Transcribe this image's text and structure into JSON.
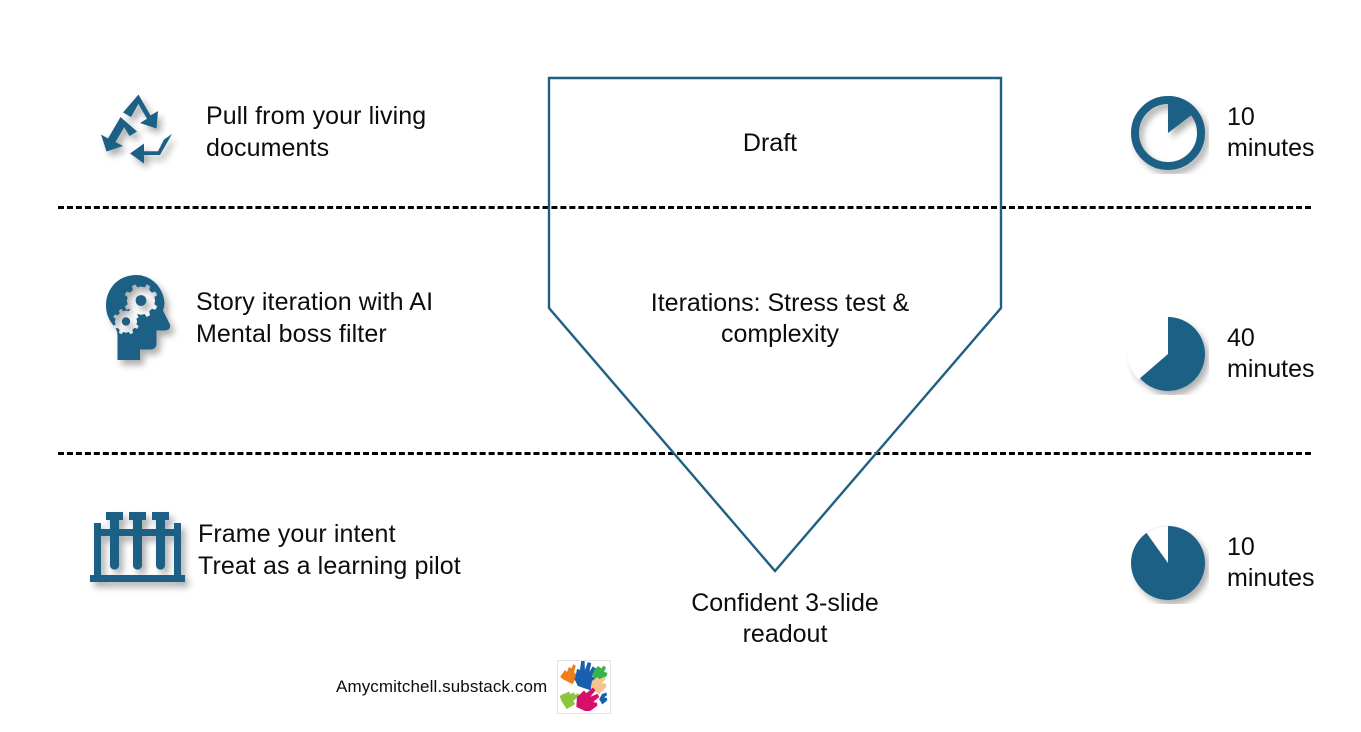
{
  "theme": {
    "accent_blue": "#1a6185",
    "funnel_stroke": "#1f5f82",
    "text_color": "#0c0c0c",
    "divider_color": "#000000",
    "background": "#ffffff"
  },
  "rows": [
    {
      "icon": "recycle-icon",
      "label": "Pull from your living\ndocuments"
    },
    {
      "icon": "head-with-gears-icon",
      "label": "Story iteration with AI\nMental boss filter"
    },
    {
      "icon": "test-tube-rack-icon",
      "label": "Frame your intent\nTreat as a learning pilot"
    }
  ],
  "funnel": {
    "stage_draft": "Draft",
    "stage_iterations": "Iterations: Stress test &\ncomplexity",
    "outcome": "Confident 3-slide\nreadout"
  },
  "timings": [
    {
      "icon": "pie-chart-10-percent-ring-icon",
      "label": "10\nminutes",
      "minutes": 10,
      "filled_fraction": 0.12
    },
    {
      "icon": "pie-chart-75-percent-icon",
      "label": "40\nminutes",
      "minutes": 40,
      "filled_fraction": 0.75
    },
    {
      "icon": "pie-chart-93-percent-icon",
      "label": "10\nminutes",
      "minutes": 10,
      "filled_fraction": 0.93
    }
  ],
  "footer": {
    "credit": "Amycmitchell.substack.com",
    "logo": "colorful-hands-logo"
  }
}
